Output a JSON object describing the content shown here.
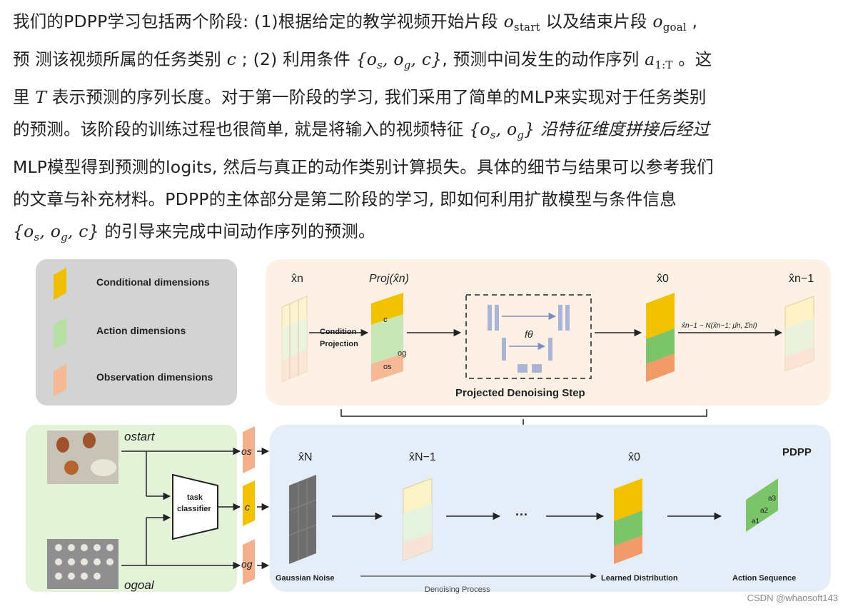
{
  "paragraph": {
    "l1_a": "我们的PDPP学习包括两个阶段: (1)根据给定的教学视频开始片段 ",
    "o_sym": "o",
    "start_sub": "start",
    "l1_b": " 以及结束片段 ",
    "goal_sub": "goal",
    "l1_c": " ,",
    "l2_a": "预 测该视频所属的任务类别 ",
    "c_sym": "c",
    "l2_b": " ; (2) 利用条件 ",
    "cond_set": "{o",
    "s_sub": "s",
    "comma_o": ", o",
    "g_sub": "g",
    "comma_c": ", c}",
    "l2_c": ", 预测中间发生的动作序列 ",
    "a_sym": "a",
    "a_sub": "1:T",
    "l2_d": " 。这",
    "l3_a": "里 ",
    "T_sym": "T",
    "l3_b": " 表示预测的序列长度。对于第一阶段的学习, 我们采用了简单的MLP来实现对于任务类别",
    "l4_a": "的预测。该阶段的训练过程也很简单, 就是将输入的视频特征 ",
    "l4_b": "} 沿特征维度拼接后经过",
    "l5": "MLP模型得到预测的logits, 然后与真正的动作类别计算损失。具体的细节与结果可以参考我们",
    "l6": "的文章与补充材料。PDPP的主体部分是第二阶段的学习, 即如何利用扩散模型与条件信息",
    "l7_b": " 的引导来完成中间动作序列的预测。"
  },
  "figure": {
    "legend": {
      "conditional": "Conditional dimensions",
      "action": "Action dimensions",
      "observation": "Observation dimensions"
    },
    "top": {
      "xn": "x̂n",
      "proj": "Proj(x̂n)",
      "condition_projection_1": "Condition",
      "condition_projection_2": "Projection",
      "c_label": "c",
      "og_label": "og",
      "os_label": "os",
      "f_theta": "fθ",
      "projected_step": "Projected Denoising Step",
      "x0": "x̂0",
      "xn1": "x̂n−1",
      "sample_eq": "x̂n−1 ~ N(x̂n−1; μ̂n, Σ̂nI)"
    },
    "bottom": {
      "o_start": "ostart",
      "o_goal": "ogoal",
      "task_classifier_1": "task",
      "task_classifier_2": "classifier",
      "os": "os",
      "c": "c",
      "og": "og",
      "pdpp": "PDPP",
      "xN": "x̂N",
      "xN1": "x̂N−1",
      "x0": "x̂0",
      "dots": "···",
      "gaussian_noise": "Gaussian Noise",
      "learned_distribution": "Learned Distribution",
      "action_sequence": "Action Sequence",
      "denoising_process": "Denoising Process",
      "a1": "a1",
      "a2": "a2",
      "a3": "a3"
    },
    "colors": {
      "conditional": "#f2c200",
      "action": "#9ed38a",
      "observation": "#f2a27a",
      "top_bg": "#fdf1e6",
      "bottom_bg": "#e5eef8",
      "left_bg": "#e4f2d8",
      "legend_bg": "#d3d3d3"
    }
  },
  "watermark": "CSDN @whaosoft143"
}
